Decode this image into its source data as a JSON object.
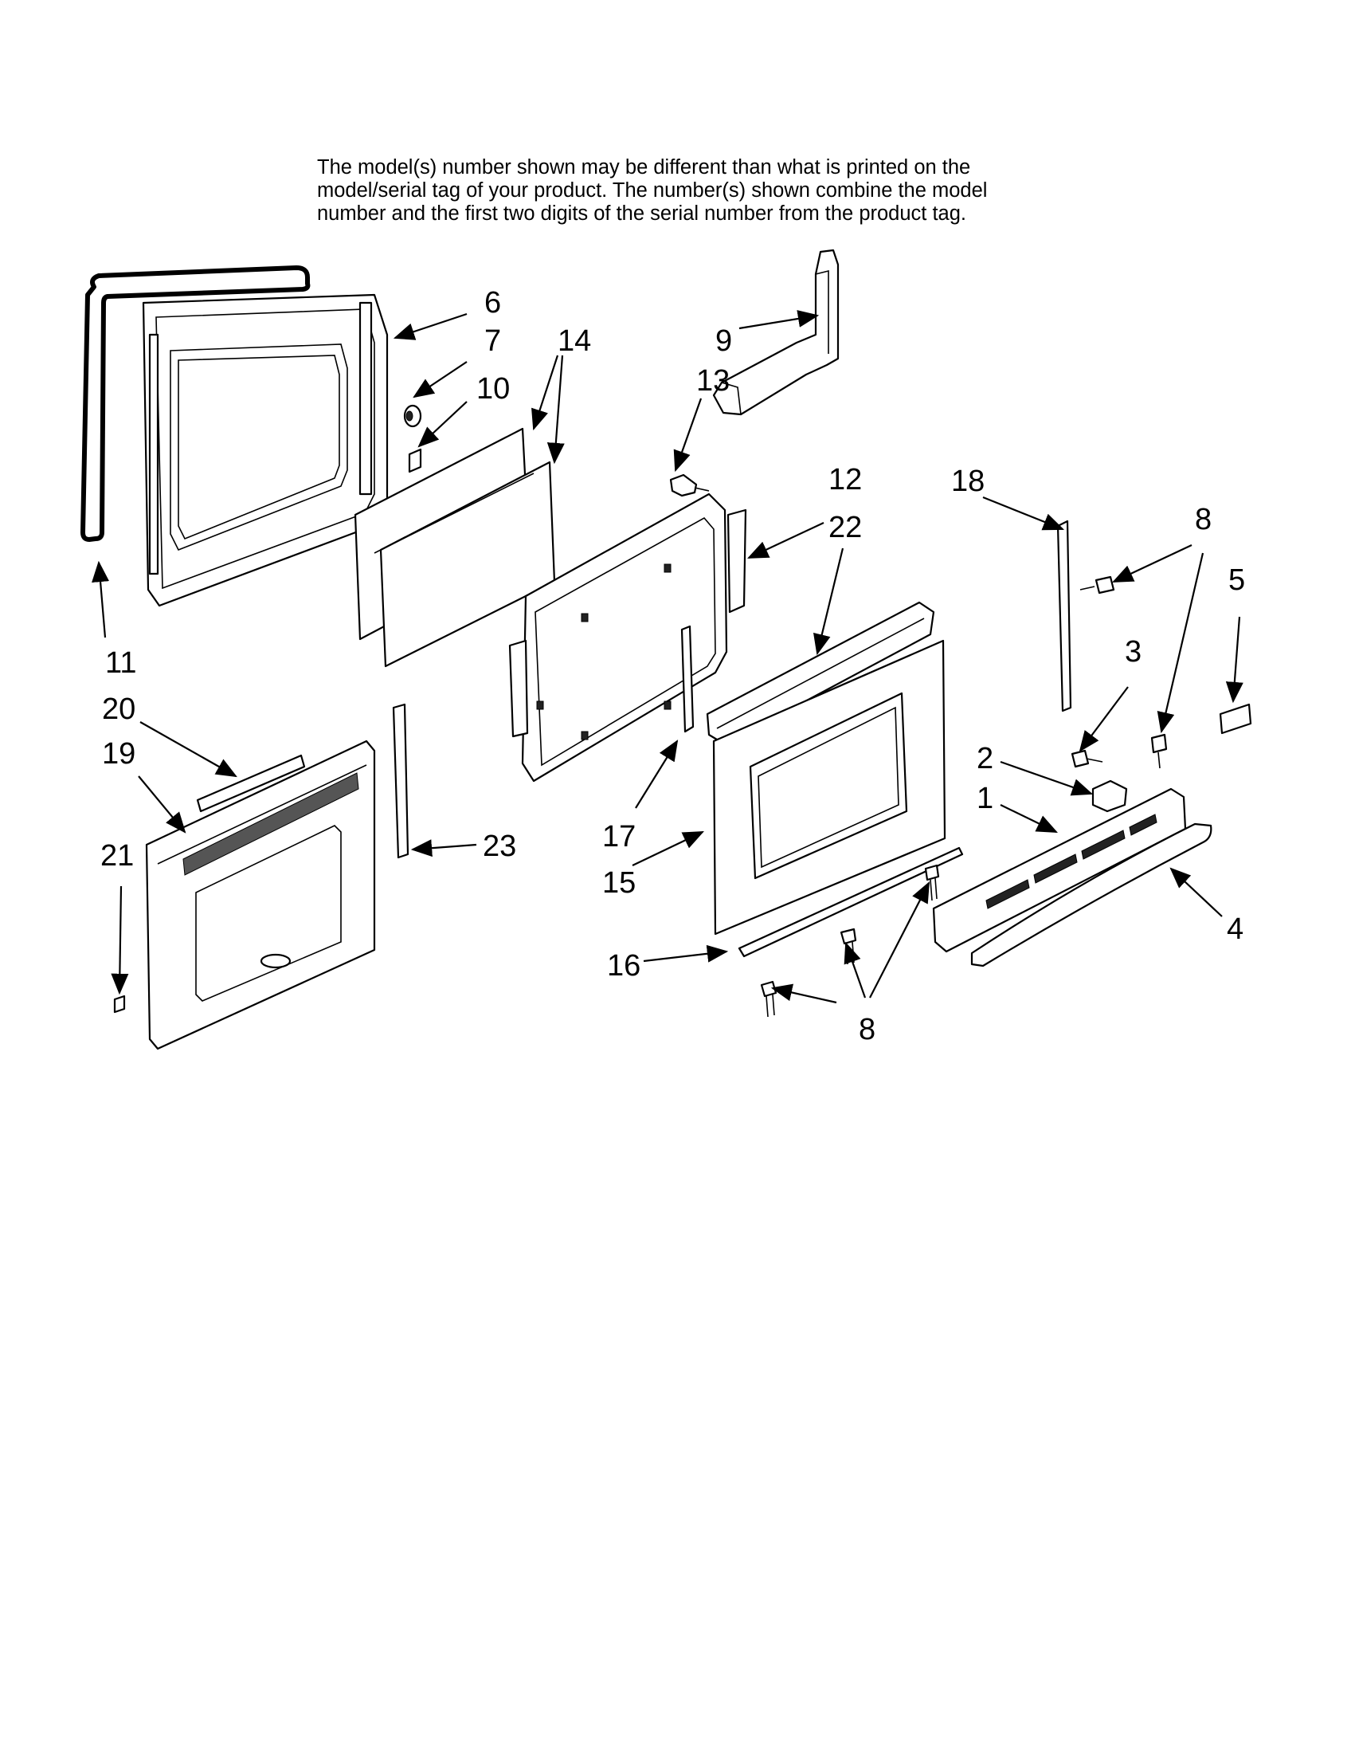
{
  "note": {
    "line1": "The model(s) number shown may be different than what is printed on the",
    "line2": "model/serial tag of your product. The number(s) shown combine the model",
    "line3": "number and the first two digits of the serial number from the product tag."
  },
  "callouts": {
    "c1": "1",
    "c2": "2",
    "c3": "3",
    "c4": "4",
    "c5": "5",
    "c6": "6",
    "c7": "7",
    "c8a": "8",
    "c8b": "8",
    "c9": "9",
    "c10": "10",
    "c11": "11",
    "c12": "12",
    "c13": "13",
    "c14": "14",
    "c15": "15",
    "c16": "16",
    "c17": "17",
    "c18": "18",
    "c19": "19",
    "c20": "20",
    "c21": "21",
    "c22": "22",
    "c23": "23"
  }
}
